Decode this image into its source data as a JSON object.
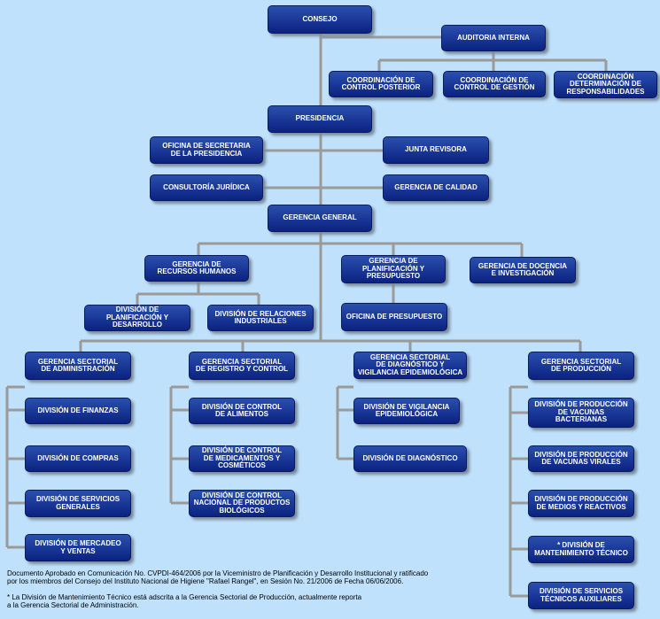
{
  "boxes": {
    "consejo": "CONSEJO",
    "auditoria": "AUDITORIA INTERNA",
    "coord_posterior": "COORDINACIÓN DE\nCONTROL POSTERIOR",
    "coord_gestion": "COORDINACIÓN DE\nCONTROL DE GESTIÓN",
    "coord_resp": "COORDINACIÓN\nDETERMINACIÓN DE\nRESPONSABILIDADES",
    "presidencia": "PRESIDENCIA",
    "secretaria": "OFICINA DE SECRETARIA\nDE LA PRESIDENCIA",
    "junta": "JUNTA REVISORA",
    "consultoria": "CONSULTORÍA JURÍDICA",
    "calidad": "GERENCIA DE CALIDAD",
    "gerencia_general": "GERENCIA GENERAL",
    "rrhh": "GERENCIA DE\nRECURSOS HUMANOS",
    "planificacion": "GERENCIA DE\nPLANIFICACIÓN Y\nPRESUPUESTO",
    "docencia": "GERENCIA DE DOCENCIA\nE INVESTIGACIÓN",
    "div_planificacion": "DIVISIÓN DE\nPLANIFICACIÓN Y\nDESARROLLO",
    "div_relaciones": "DIVISIÓN DE RELACIONES\nINDUSTRIALES",
    "presupuesto": "OFICINA DE PRESUPUESTO",
    "gs_admin": "GERENCIA SECTORIAL\nDE ADMINISTRACIÓN",
    "gs_registro": "GERENCIA SECTORIAL\nDE REGISTRO Y CONTROL",
    "gs_diagnostico": "GERENCIA SECTORIAL\nDE DIAGNÓSTICO Y\nVIGILANCIA EPIDEMIOLÓGICA",
    "gs_produccion": "GERENCIA SECTORIAL\nDE PRODUCCIÓN",
    "finanzas": "DIVISIÓN DE FINANZAS",
    "compras": "DIVISIÓN DE COMPRAS",
    "servicios_generales": "DIVISIÓN DE SERVICIOS\nGENERALES",
    "mercadeo": "DIVISIÓN DE MERCADEO\nY VENTAS",
    "control_alimentos": "DIVISIÓN DE CONTROL\nDE ALIMENTOS",
    "control_medicamentos": "DIVISIÓN DE CONTROL\nDE MEDICAMENTOS Y\nCOSMÉTICOS",
    "control_biologicos": "DIVISIÓN DE CONTROL\nNACIONAL DE PRODUCTOS\nBIOLÓGICOS",
    "vigilancia": "DIVISIÓN DE VIGILANCIA\nEPIDEMIOLÓGICA",
    "div_diagnostico": "DIVISIÓN DE DIAGNÓSTICO",
    "vacunas_bacterianas": "DIVISIÓN DE PRODUCCIÓN\nDE VACUNAS\nBACTERIANAS",
    "vacunas_virales": "DIVISIÓN DE PRODUCCIÓN\nDE VACUNAS VIRALES",
    "medios_reactivos": "DIVISIÓN DE PRODUCCIÓN\nDE MEDIOS Y REACTIVOS",
    "mantenimiento": "* DIVISIÓN DE\nMANTENIMIENTO TÉCNICO",
    "servicios_tecnicos": "DIVISIÓN DE SERVICIOS\nTÉCNICOS AUXILIARES"
  },
  "notes": {
    "document": "Documento Aprobado en Comunicación No. CVPDI-464/2006 por la Viceministro de Planificación y Desarrollo Institucional y ratificado\npor los miembros del Consejo del Instituto Nacional de Higiene \"Rafael Rangel\", en Sesión No. 21/2006 de Fecha 06/06/2006.",
    "footnote": "* La División de Mantenimiento Técnico está adscrita a la Gerencia Sectorial de Producción, actualmente reporta\n  a la Gerencia Sectorial de Administración."
  },
  "colors": {
    "box": "#0b2280",
    "line": "#9a9a9a",
    "background": "#bfe1fb"
  }
}
